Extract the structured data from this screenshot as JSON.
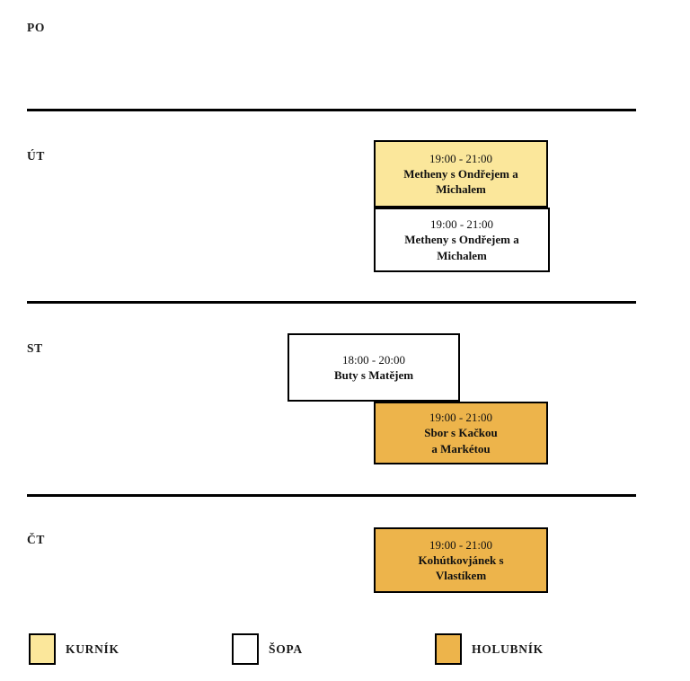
{
  "colors": {
    "kurnik": "#FBE79B",
    "sopa": "#FFFFFF",
    "holubnik": "#EDB44B",
    "border": "#000000",
    "text": "#111111",
    "background": "#FFFFFF"
  },
  "days": [
    {
      "label": "PO"
    },
    {
      "label": "ÚT"
    },
    {
      "label": "ST"
    },
    {
      "label": "ČT"
    }
  ],
  "events": [
    {
      "day": "ÚT",
      "time": "19:00 - 21:00",
      "title_line1": "Metheny s Ondřejem a",
      "title_line2": "Michalem",
      "venue": "KURNÍK"
    },
    {
      "day": "ÚT",
      "time": "19:00 - 21:00",
      "title_line1": "Metheny s Ondřejem a",
      "title_line2": "Michalem",
      "venue": "ŠOPA"
    },
    {
      "day": "ST",
      "time": "18:00 - 20:00",
      "title_line1": "Buty s Matějem",
      "title_line2": "",
      "venue": "ŠOPA"
    },
    {
      "day": "ST",
      "time": "19:00 - 21:00",
      "title_line1": "Sbor s Kačkou",
      "title_line2": "a Markétou",
      "venue": "HOLUBNÍK"
    },
    {
      "day": "ČT",
      "time": "19:00 - 21:00",
      "title_line1": "Kohútkovjánek s",
      "title_line2": "Vlastíkem",
      "venue": "HOLUBNÍK"
    }
  ],
  "legend": [
    {
      "label": "KURNÍK",
      "color": "#FBE79B"
    },
    {
      "label": "ŠOPA",
      "color": "#FFFFFF"
    },
    {
      "label": "HOLUBNÍK",
      "color": "#EDB44B"
    }
  ]
}
